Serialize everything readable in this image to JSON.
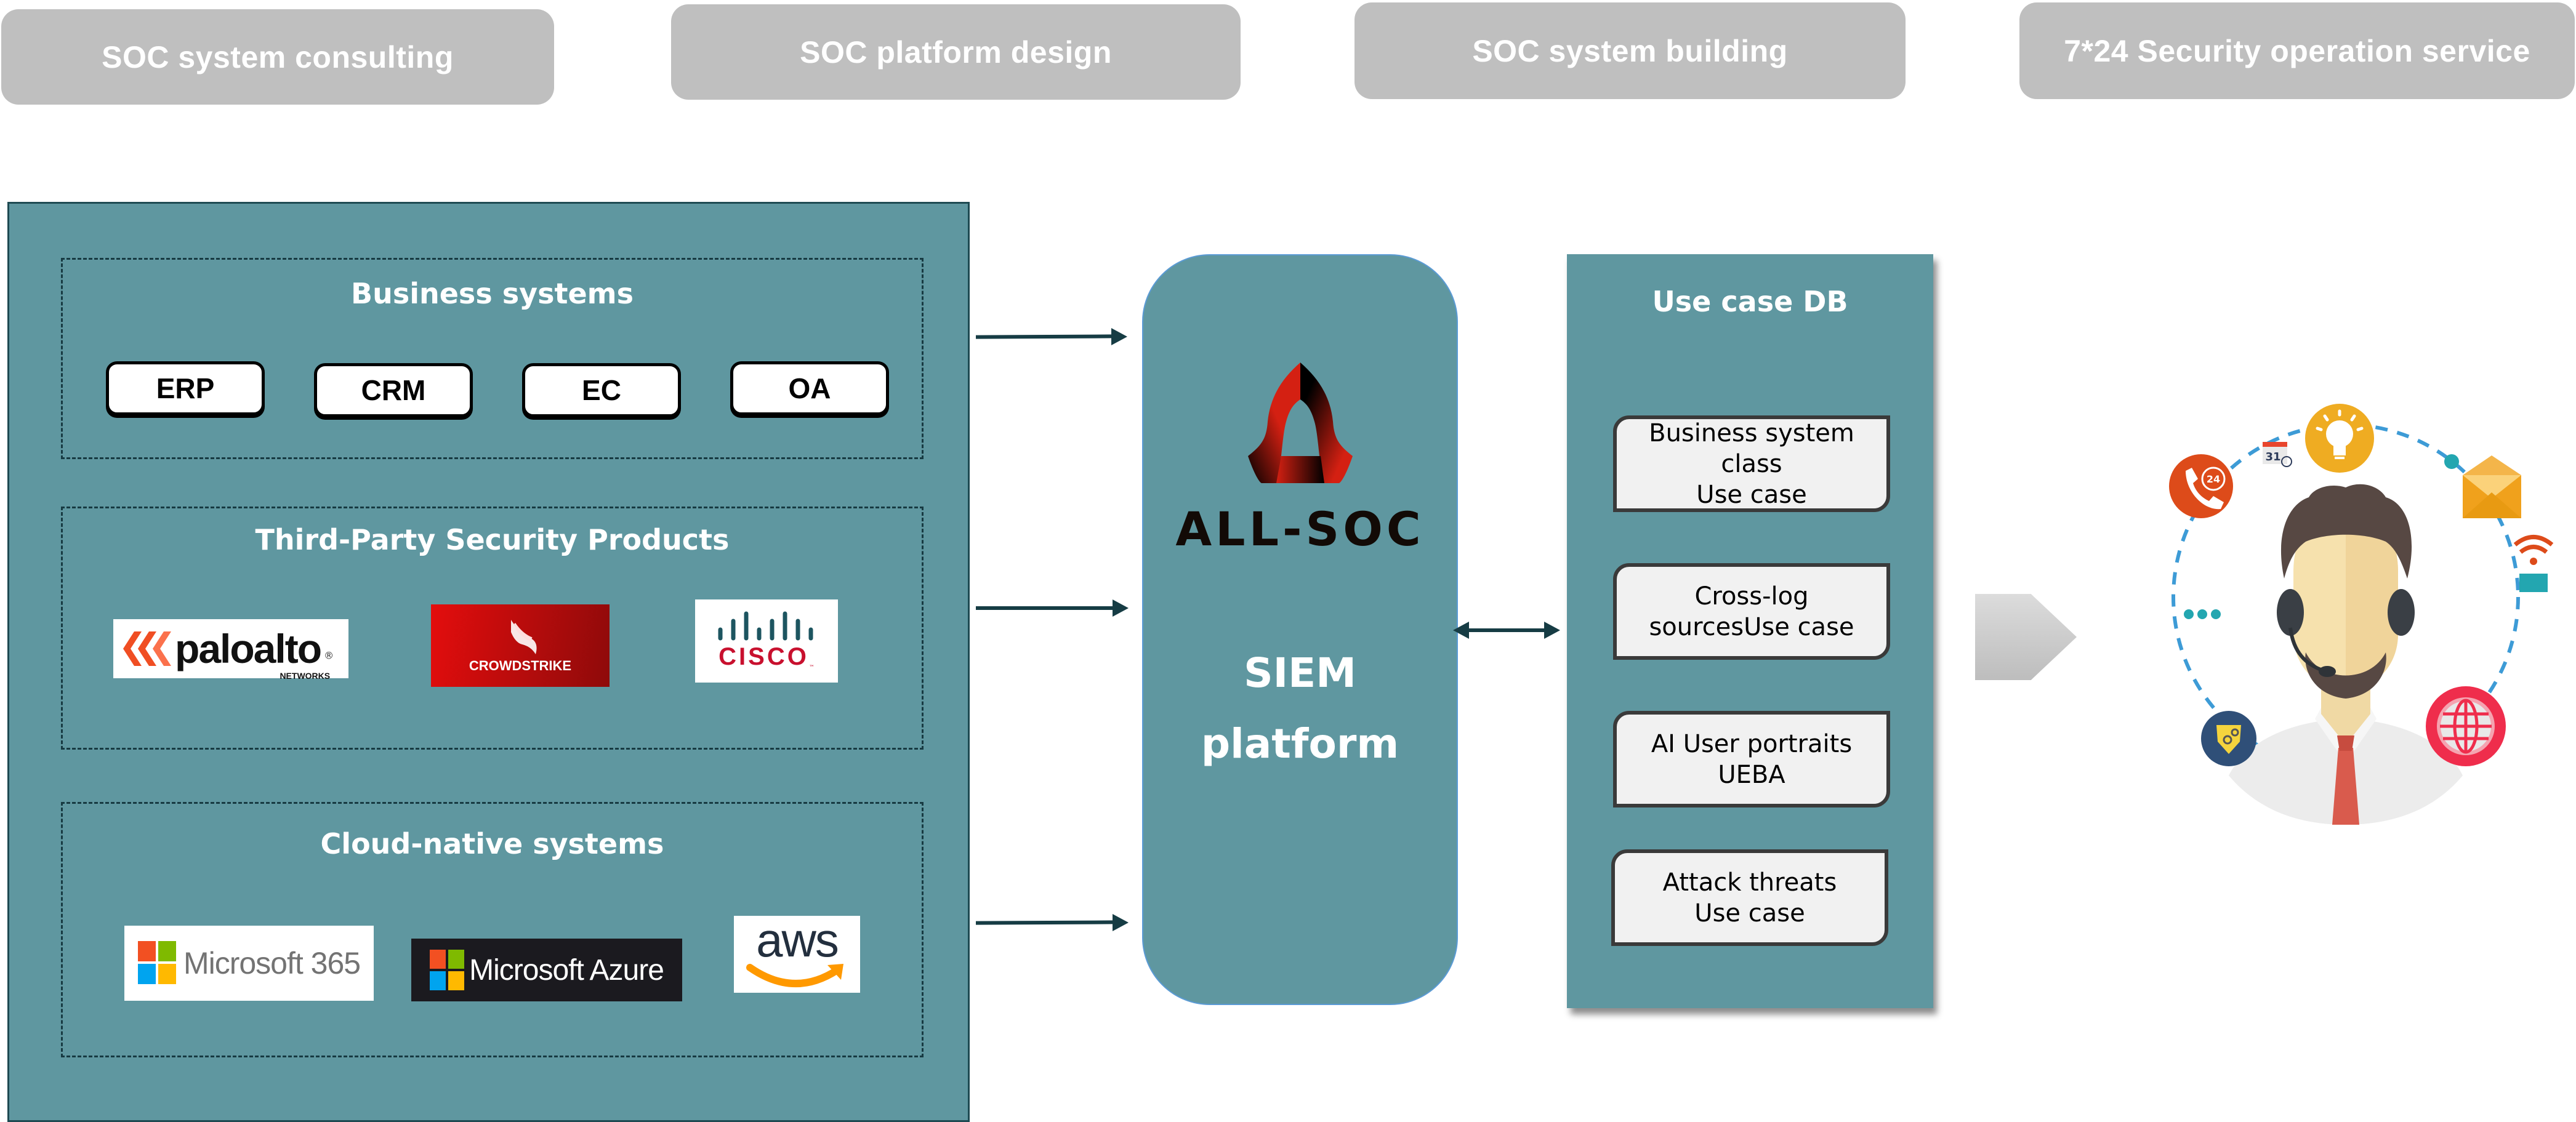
{
  "stages": [
    {
      "label": "SOC system consulting"
    },
    {
      "label": "SOC platform design"
    },
    {
      "label": "SOC system building"
    },
    {
      "label": "7*24 Security operation service"
    }
  ],
  "sources": {
    "business": {
      "title": "Business systems",
      "items": [
        "ERP",
        "CRM",
        "EC",
        "OA"
      ]
    },
    "third_party": {
      "title": "Third-Party Security Products",
      "logos": [
        {
          "name": "paloalto",
          "text": "paloalto",
          "sub": "NETWORKS",
          "mark": "®"
        },
        {
          "name": "crowdstrike",
          "text": "CROWDSTRIKE"
        },
        {
          "name": "cisco",
          "text": "CISCO",
          "mark": "™"
        }
      ]
    },
    "cloud": {
      "title": "Cloud-native systems",
      "logos": [
        {
          "name": "microsoft-365",
          "text": "Microsoft 365"
        },
        {
          "name": "microsoft-azure",
          "text": "Microsoft Azure"
        },
        {
          "name": "aws",
          "text": "aws"
        }
      ]
    }
  },
  "siem": {
    "logo_word": "ALL-SOC",
    "line1": "SIEM",
    "line2": "platform"
  },
  "use_case_db": {
    "title": "Use case DB",
    "cards": [
      "Business system\nclass\nUse case",
      "Cross-log\nsourcesUse case",
      "AI User portraits\nUEBA",
      "Attack threats\nUse case"
    ]
  },
  "service": {
    "badge_24": "24",
    "calendar_day": "31"
  },
  "colors": {
    "teal_panel": "#5f97a0",
    "pill_gray": "#bfbfbf",
    "arrow": "#163c44",
    "card_bg": "#f1f1f1"
  }
}
